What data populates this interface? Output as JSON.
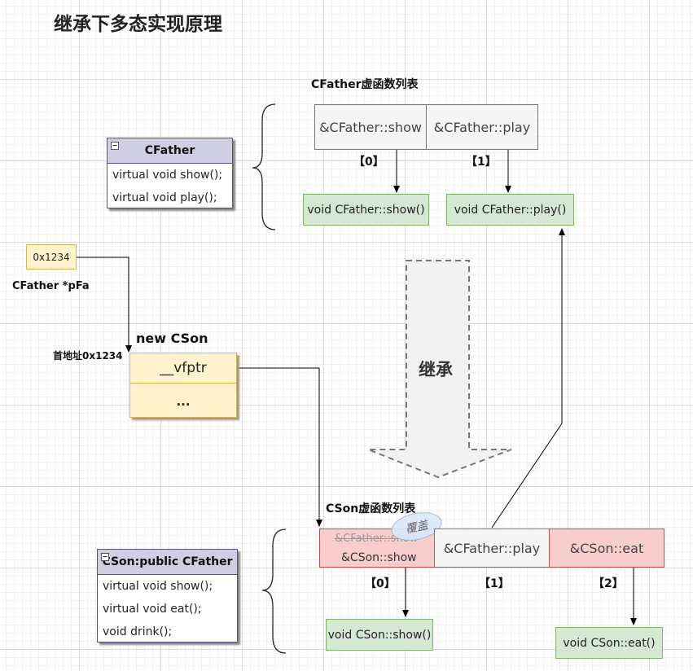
{
  "title": "继承下多态实现原理",
  "father_table": {
    "title": "CFather虚函数列表",
    "cells": [
      "&CFather::show",
      "&CFather::play"
    ],
    "indices": [
      "【0】",
      "【1】"
    ],
    "targets": [
      "void CFather::show()",
      "void CFather::play()"
    ]
  },
  "father_class": {
    "name": "CFather",
    "methods": [
      "virtual void show();",
      "virtual void play();"
    ]
  },
  "pointer": {
    "value": "0x1234",
    "label": "CFather *pFa"
  },
  "object": {
    "title": "new CSon",
    "addr_label": "首地址0x1234",
    "rows": [
      "__vfptr",
      "..."
    ]
  },
  "inherit_label": "继承",
  "son_table": {
    "title": "CSon虚函数列表",
    "overridden": "&CFather::show",
    "override_label": "覆盖",
    "first_cell": "&CSon::show",
    "cells": [
      "&CFather::play",
      "&CSon::eat"
    ],
    "indices": [
      "【0】",
      "【1】",
      "【2】"
    ],
    "targets": [
      "void CSon::show()",
      "void CSon::eat()"
    ]
  },
  "son_class": {
    "name": "CSon:public CFather",
    "methods": [
      "virtual void show();",
      "virtual void eat();",
      "void drink();"
    ]
  },
  "colors": {
    "table_gray": "#f5f5f5",
    "override_red": "#f8cecc",
    "func_green": "#d5e8d4",
    "object_yellow": "#fff2cc",
    "class_header": "#d0cee2"
  }
}
